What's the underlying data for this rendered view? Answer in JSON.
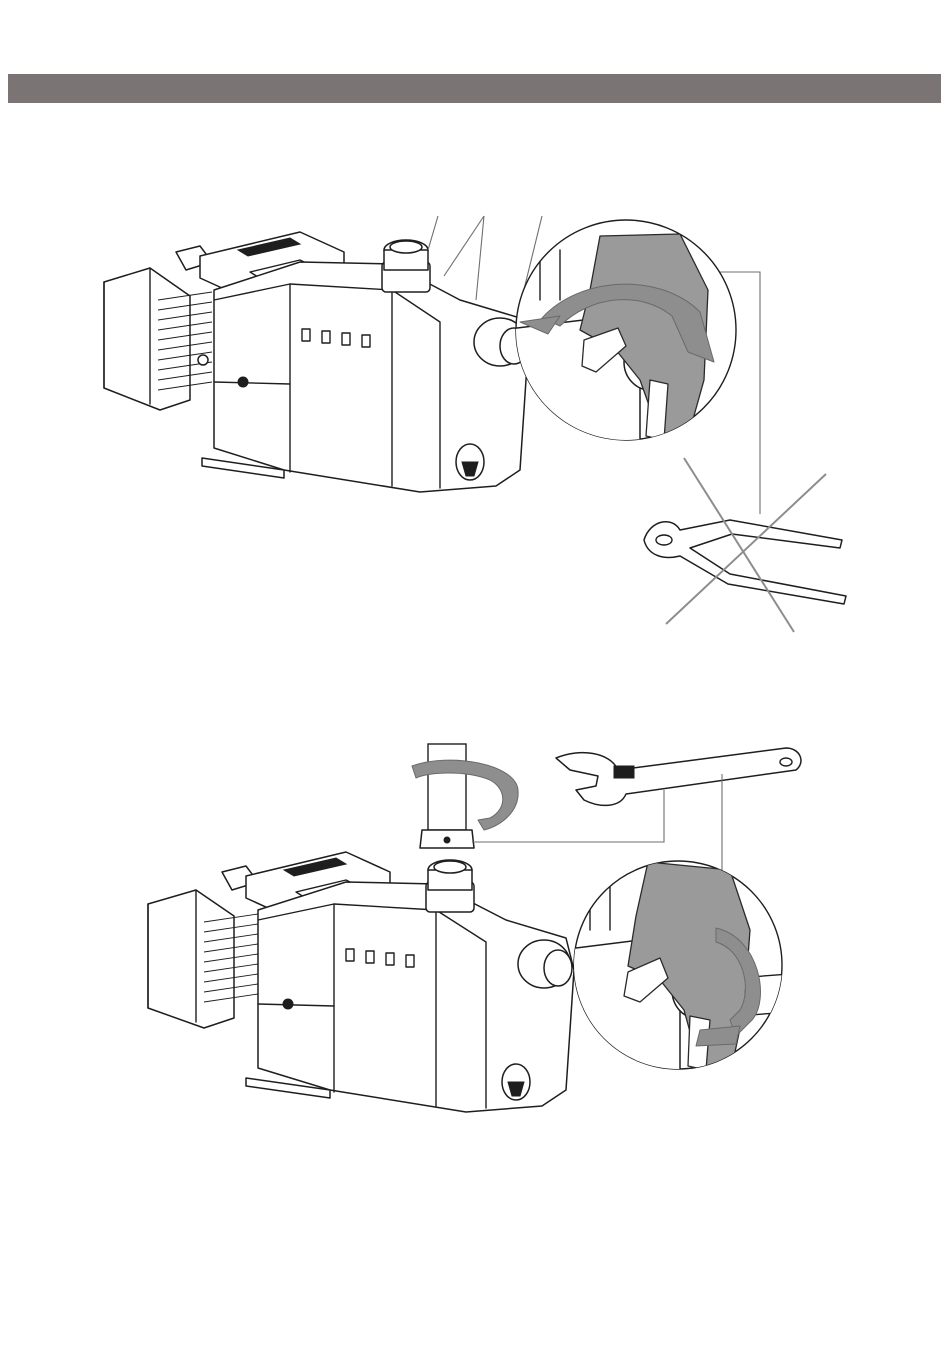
{
  "header": {
    "bar_color": "#7b7474",
    "title": ""
  },
  "figures": [
    {
      "id": "hand-tightening",
      "elements": [
        "pump",
        "connection-plugs",
        "magnified-detail",
        "hand",
        "rotation-arrow",
        "pipe-wrench",
        "prohibition-cross"
      ]
    },
    {
      "id": "pipe-connection",
      "elements": [
        "pump",
        "pipe",
        "union-nut",
        "rotation-arrow",
        "adjustable-spanner",
        "magnified-detail",
        "hand"
      ]
    }
  ],
  "colors": {
    "line": "#1e1e1e",
    "hand": "#9a9a9a",
    "arrow": "#8e8e8e",
    "cross": "#8d8d8d",
    "leader": "#6f6f6f"
  },
  "icons": [
    "pump-illustration",
    "hand-illustration",
    "pipe-wrench-icon",
    "adjustable-spanner-icon",
    "rotation-arrow-icon",
    "prohibited-cross-icon"
  ]
}
